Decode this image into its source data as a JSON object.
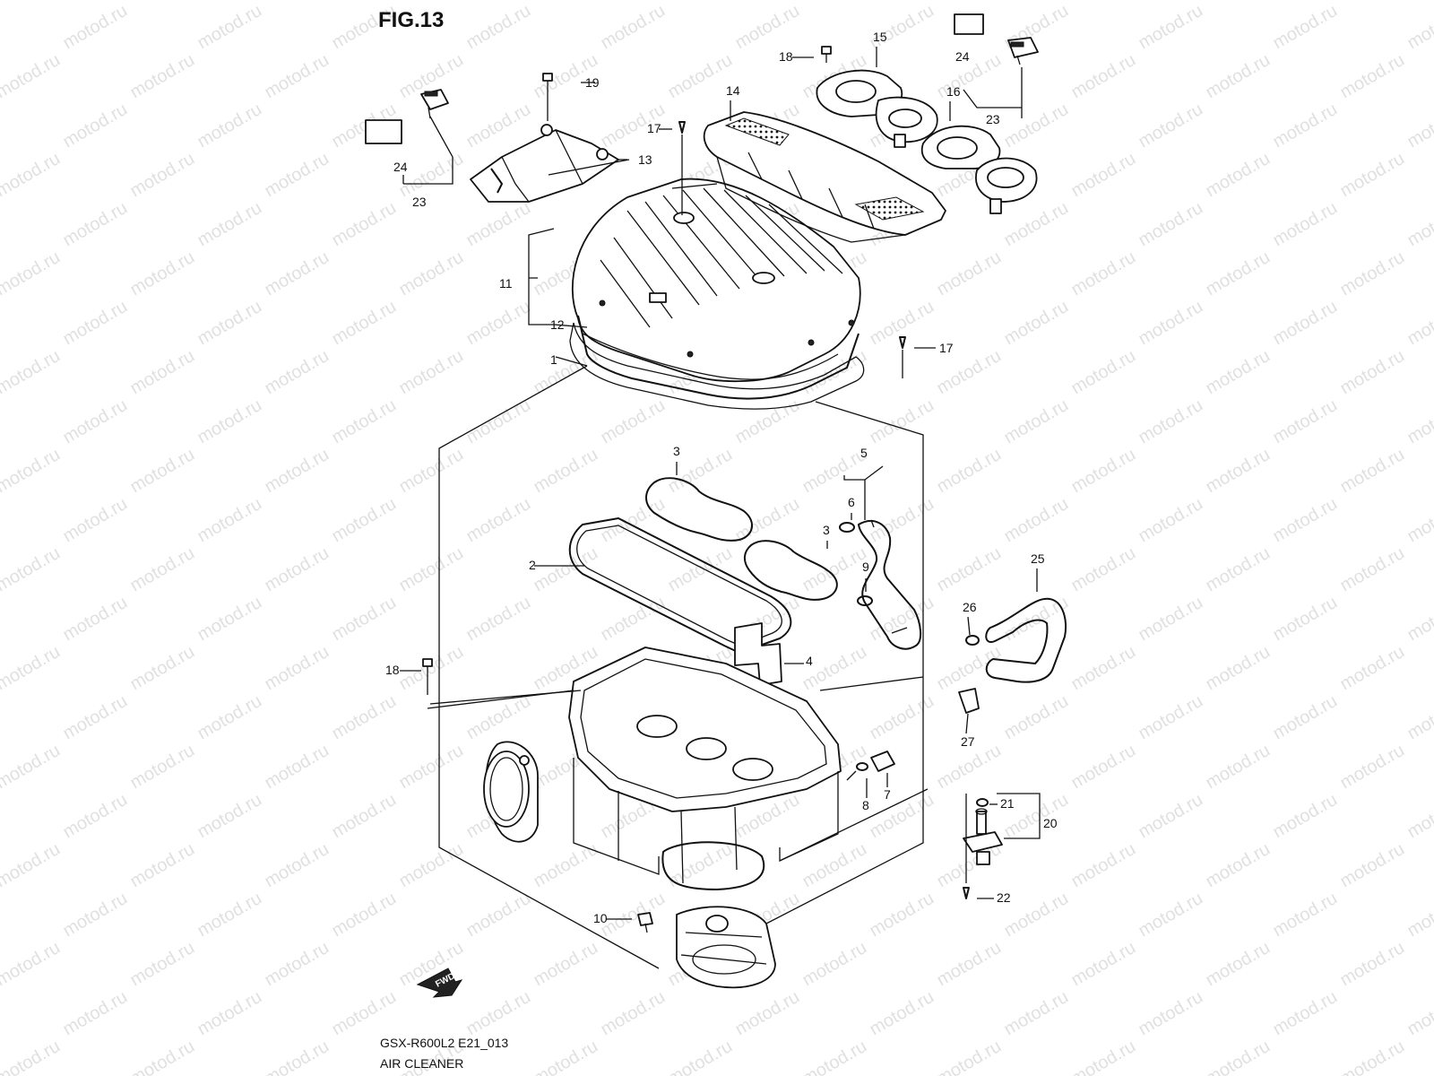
{
  "figure": {
    "title": "FIG.13",
    "model_code": "GSX-R600L2 E21_013",
    "section_name": "AIR CLEANER"
  },
  "watermark": {
    "text": "motod.ru"
  },
  "fwd_badge": {
    "text": "FWD"
  },
  "callouts": [
    "1",
    "2",
    "3",
    "3",
    "4",
    "5",
    "6",
    "7",
    "8",
    "9",
    "10",
    "11",
    "12",
    "13",
    "14",
    "15",
    "16",
    "17",
    "17",
    "18",
    "18",
    "19",
    "20",
    "21",
    "22",
    "23",
    "23",
    "24",
    "24",
    "25",
    "26",
    "27"
  ],
  "colors": {
    "line": "#111111",
    "background": "#ffffff",
    "watermark": "#c8c8c8"
  }
}
